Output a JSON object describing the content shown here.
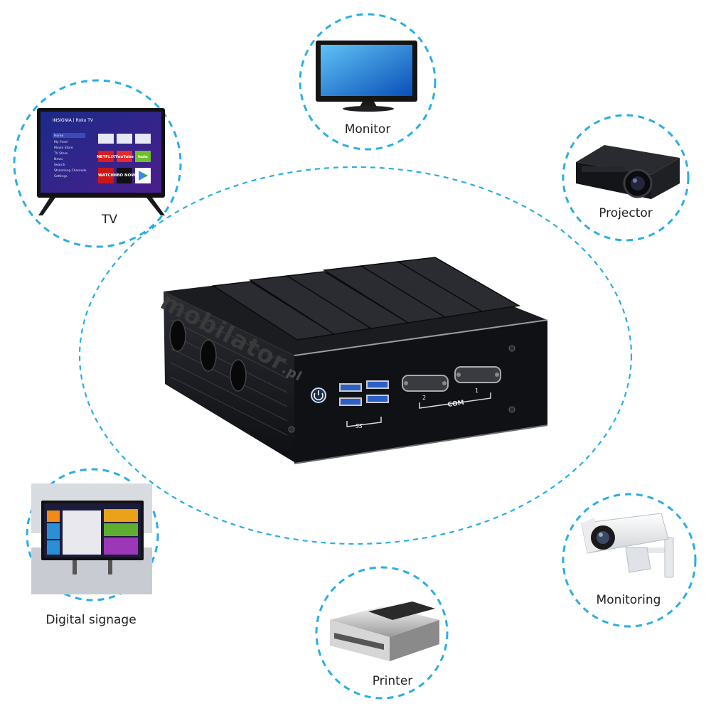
{
  "devices": [
    {
      "key": "tv",
      "label": "TV",
      "icon": "tv-icon"
    },
    {
      "key": "monitor",
      "label": "Monitor",
      "icon": "monitor-icon"
    },
    {
      "key": "projector",
      "label": "Projector",
      "icon": "projector-icon"
    },
    {
      "key": "signage",
      "label": "Digital signage",
      "icon": "digital-signage-icon"
    },
    {
      "key": "monitoring",
      "label": "Monitoring",
      "icon": "security-camera-icon"
    },
    {
      "key": "printer",
      "label": "Printer",
      "icon": "printer-icon"
    }
  ],
  "product": {
    "brand": "mobilator",
    "brand_suffix": ".pl",
    "port_label": "COM",
    "port_numbers": [
      "2",
      "1"
    ],
    "usb_mark": "SS"
  },
  "tv_screen": {
    "brand": "INSIGNIA | Roku TV",
    "menu": [
      "Home",
      "My Feed",
      "Movie Store",
      "TV Store",
      "News",
      "Search",
      "Streaming Channels",
      "Settings"
    ],
    "tiles": [
      "NETFLIX",
      "YouTube",
      "hulu",
      "WATCH",
      "HBO NOW",
      ""
    ]
  },
  "colors": {
    "dash": "#29aee3",
    "label": "#222222",
    "device_body": "#151517"
  }
}
